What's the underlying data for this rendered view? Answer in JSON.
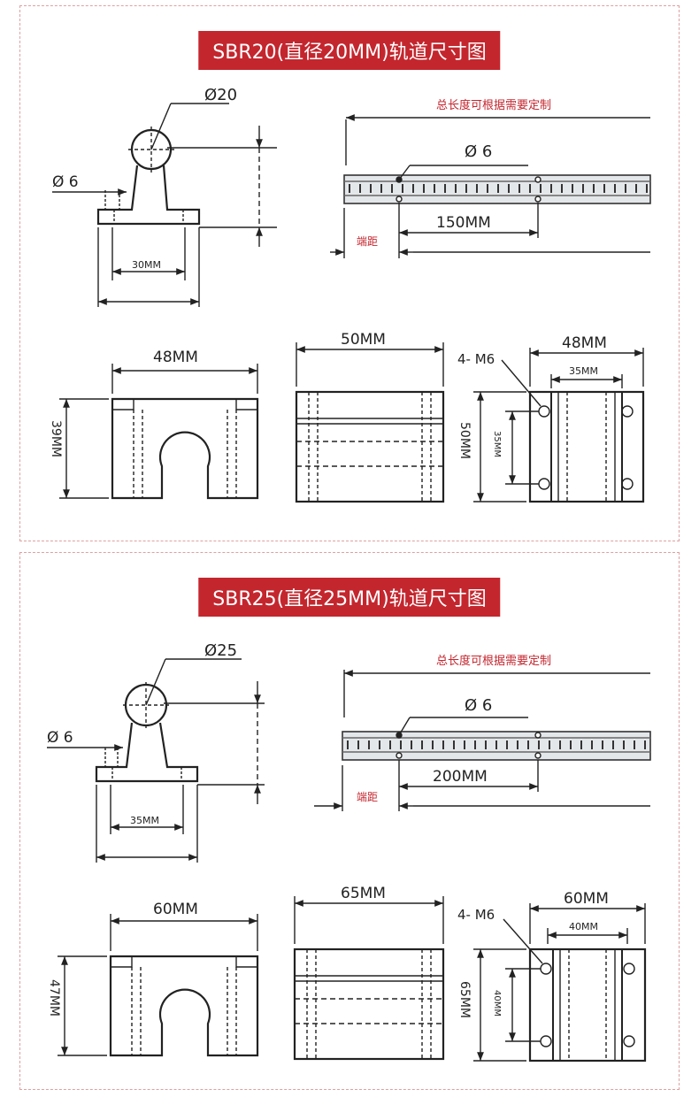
{
  "colors": {
    "accent": "#c4262e",
    "line": "#222222",
    "rail_light": "#d8dce0"
  },
  "panels": [
    {
      "title": "SBR20(直径20MM)轨道尺寸图",
      "profile": {
        "rod_diameter": "Ø20",
        "hole": "Ø 6",
        "base_width": "30MM"
      },
      "rail": {
        "total_note": "总长度可根据需要定制",
        "hole": "Ø 6",
        "pitch": "150MM",
        "end_distance": "端距"
      },
      "front": {
        "width": "48MM",
        "height": "39MM"
      },
      "side": {
        "length": "50MM"
      },
      "top": {
        "width": "48MM",
        "inner": "35MM",
        "bolts": "4- M6",
        "length": "50MM",
        "inner_len": "35MM"
      }
    },
    {
      "title": "SBR25(直径25MM)轨道尺寸图",
      "profile": {
        "rod_diameter": "Ø25",
        "hole": "Ø 6",
        "base_width": "35MM"
      },
      "rail": {
        "total_note": "总长度可根据需要定制",
        "hole": "Ø 6",
        "pitch": "200MM",
        "end_distance": "端距"
      },
      "front": {
        "width": "60MM",
        "height": "47MM"
      },
      "side": {
        "length": "65MM"
      },
      "top": {
        "width": "60MM",
        "inner": "40MM",
        "bolts": "4- M6",
        "length": "65MM",
        "inner_len": "40MM"
      }
    }
  ]
}
